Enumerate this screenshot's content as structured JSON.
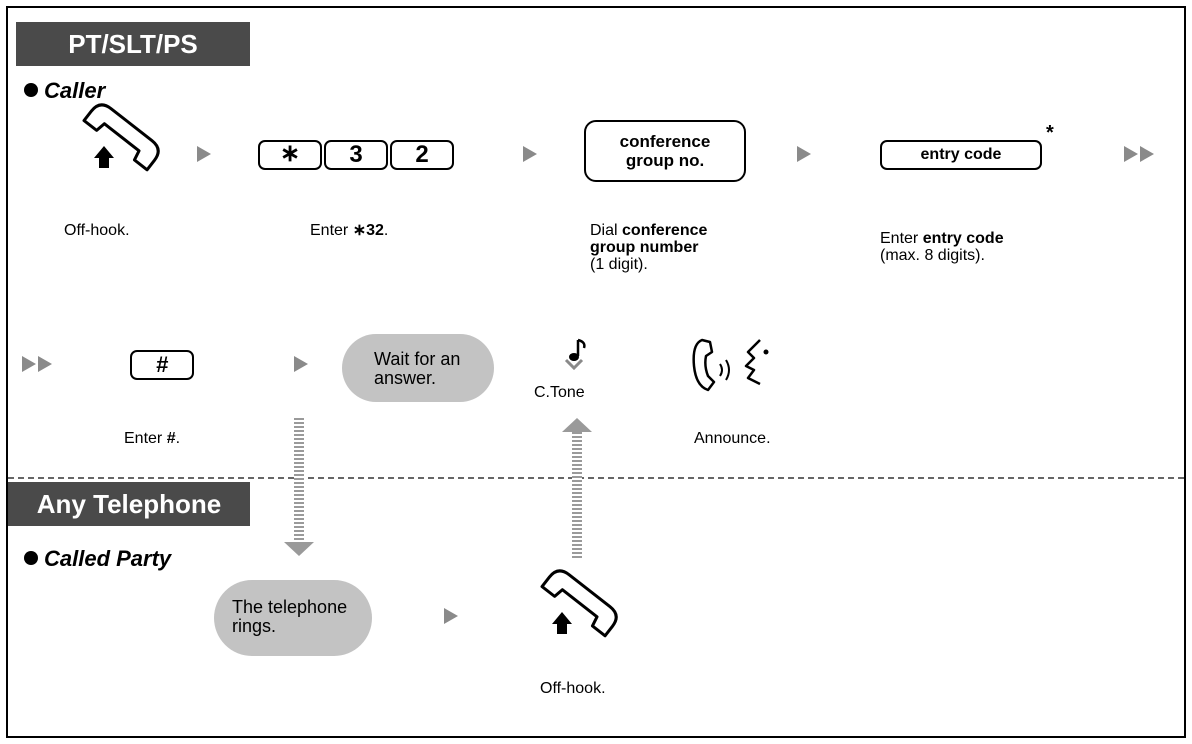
{
  "sections": {
    "top_tab": "PT/SLT/PS",
    "bottom_tab": "Any Telephone",
    "caller_label": "Caller",
    "called_label": "Called Party"
  },
  "steps": {
    "offhook_caption": "Off-hook.",
    "enter_prefix": "Enter ",
    "star_glyph": "∗",
    "feature_code": "32",
    "key_star": "∗",
    "key_3": "3",
    "key_2": "2",
    "conf_key_line1": "conference",
    "conf_key_line2": "group no.",
    "dial_prefix": "Dial ",
    "dial_bold_1": "conference",
    "dial_bold_2": "group number",
    "dial_suffix": "(1 digit).",
    "entry_key": "entry code",
    "entry_asterisk": "*",
    "entry_bold": "entry code",
    "entry_suffix": "(max. 8 digits).",
    "hash_key": "#",
    "enter_hash_bold": "#",
    "period": ".",
    "wait_line1": "Wait for an",
    "wait_line2": "answer.",
    "ctone": "C.Tone",
    "announce": "Announce.",
    "rings_line1": "The telephone",
    "rings_line2": "rings.",
    "offhook2_caption": "Off-hook."
  }
}
